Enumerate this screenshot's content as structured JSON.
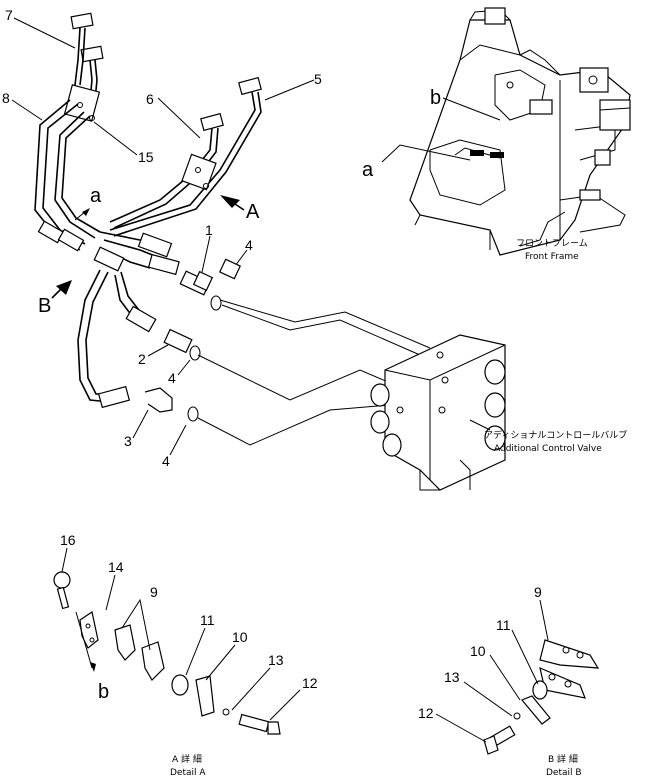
{
  "labels": {
    "p1": "1",
    "p2": "2",
    "p3": "3",
    "p4a": "4",
    "p4b": "4",
    "p4c": "4",
    "p5": "5",
    "p6": "6",
    "p7": "7",
    "p8": "8",
    "p15": "15",
    "a_top": "a",
    "a_frame": "a",
    "b_frame": "b",
    "A_arrow": "A",
    "B_arrow": "B",
    "p16": "16",
    "p14": "14",
    "p9a": "9",
    "p11a": "11",
    "p10a": "10",
    "p13a": "13",
    "p12a": "12",
    "b_detail": "b",
    "p9b": "9",
    "p11b": "11",
    "p10b": "10",
    "p13b": "13",
    "p12b": "12"
  },
  "captions": {
    "front_frame_jp": "フロントフレーム",
    "front_frame_en": "Front Frame",
    "acv_jp": "アディショナルコントロールバルブ",
    "acv_en": "Additional Control Valve",
    "detailA_jp": "A 詳 細",
    "detailA_en": "Detail A",
    "detailB_jp": "B 詳 細",
    "detailB_en": "Detail B"
  }
}
